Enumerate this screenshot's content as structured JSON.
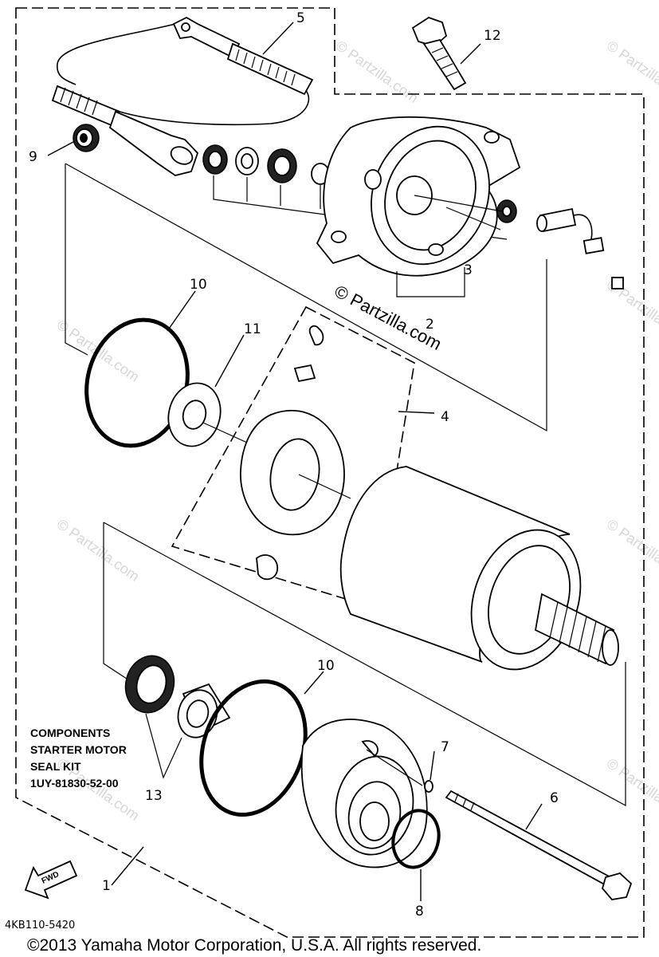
{
  "callouts": {
    "c1": "1",
    "c2": "2",
    "c3": "3",
    "c4": "4",
    "c5": "5",
    "c6": "6",
    "c7": "7",
    "c8": "8",
    "c9": "9",
    "c10a": "10",
    "c10b": "10",
    "c11": "11",
    "c12": "12",
    "c13": "13"
  },
  "note": {
    "line1": "COMPONENTS",
    "line2": "STARTER MOTOR",
    "line3": "SEAL KIT",
    "line4": "1UY-81830-52-00"
  },
  "watermark": {
    "main": "© Partzilla.com",
    "faint": "© Partzilla.com"
  },
  "fwd_label": "FWD",
  "diagram_code": "4KB110-5420",
  "copyright": "©2013 Yamaha Motor Corporation, U.S.A. All rights reserved."
}
